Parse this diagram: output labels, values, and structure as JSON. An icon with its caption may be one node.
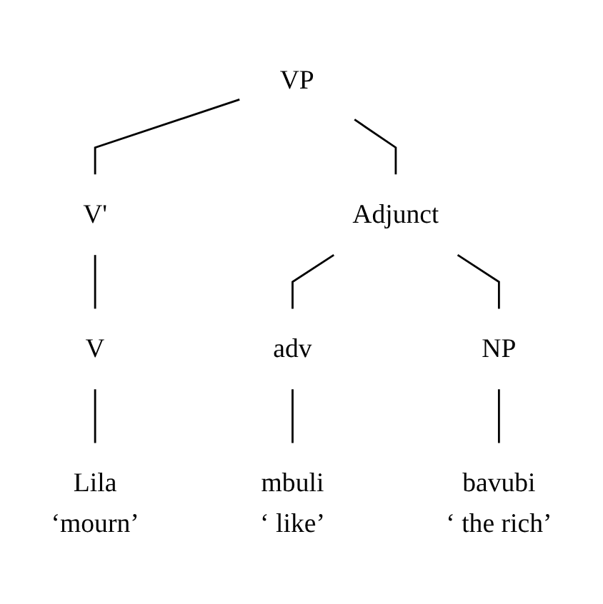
{
  "diagram": {
    "nodes": [
      {
        "text": [
          "VP"
        ]
      },
      {
        "text": [
          "V'"
        ]
      },
      {
        "text": [
          "Adjunct"
        ]
      },
      {
        "text": [
          "V"
        ]
      },
      {
        "text": [
          "adv"
        ]
      },
      {
        "text": [
          "NP"
        ]
      },
      {
        "text": [
          "Lila",
          "‘mourn’"
        ]
      },
      {
        "text": [
          "mbuli",
          "‘ like’"
        ]
      },
      {
        "text": [
          "bavubi",
          "‘ the rich’"
        ]
      }
    ],
    "edges": [
      {
        "from": 0,
        "to": 1,
        "arrow": "none"
      },
      {
        "from": 0,
        "to": 2,
        "arrow": "none"
      },
      {
        "from": 1,
        "to": 3,
        "arrow": "none"
      },
      {
        "from": 2,
        "to": 4,
        "arrow": "none"
      },
      {
        "from": 2,
        "to": 5,
        "arrow": "none"
      },
      {
        "from": 3,
        "to": 6,
        "arrow": "none"
      },
      {
        "from": 4,
        "to": 7,
        "arrow": "none"
      },
      {
        "from": 5,
        "to": 8,
        "arrow": "none"
      }
    ]
  }
}
